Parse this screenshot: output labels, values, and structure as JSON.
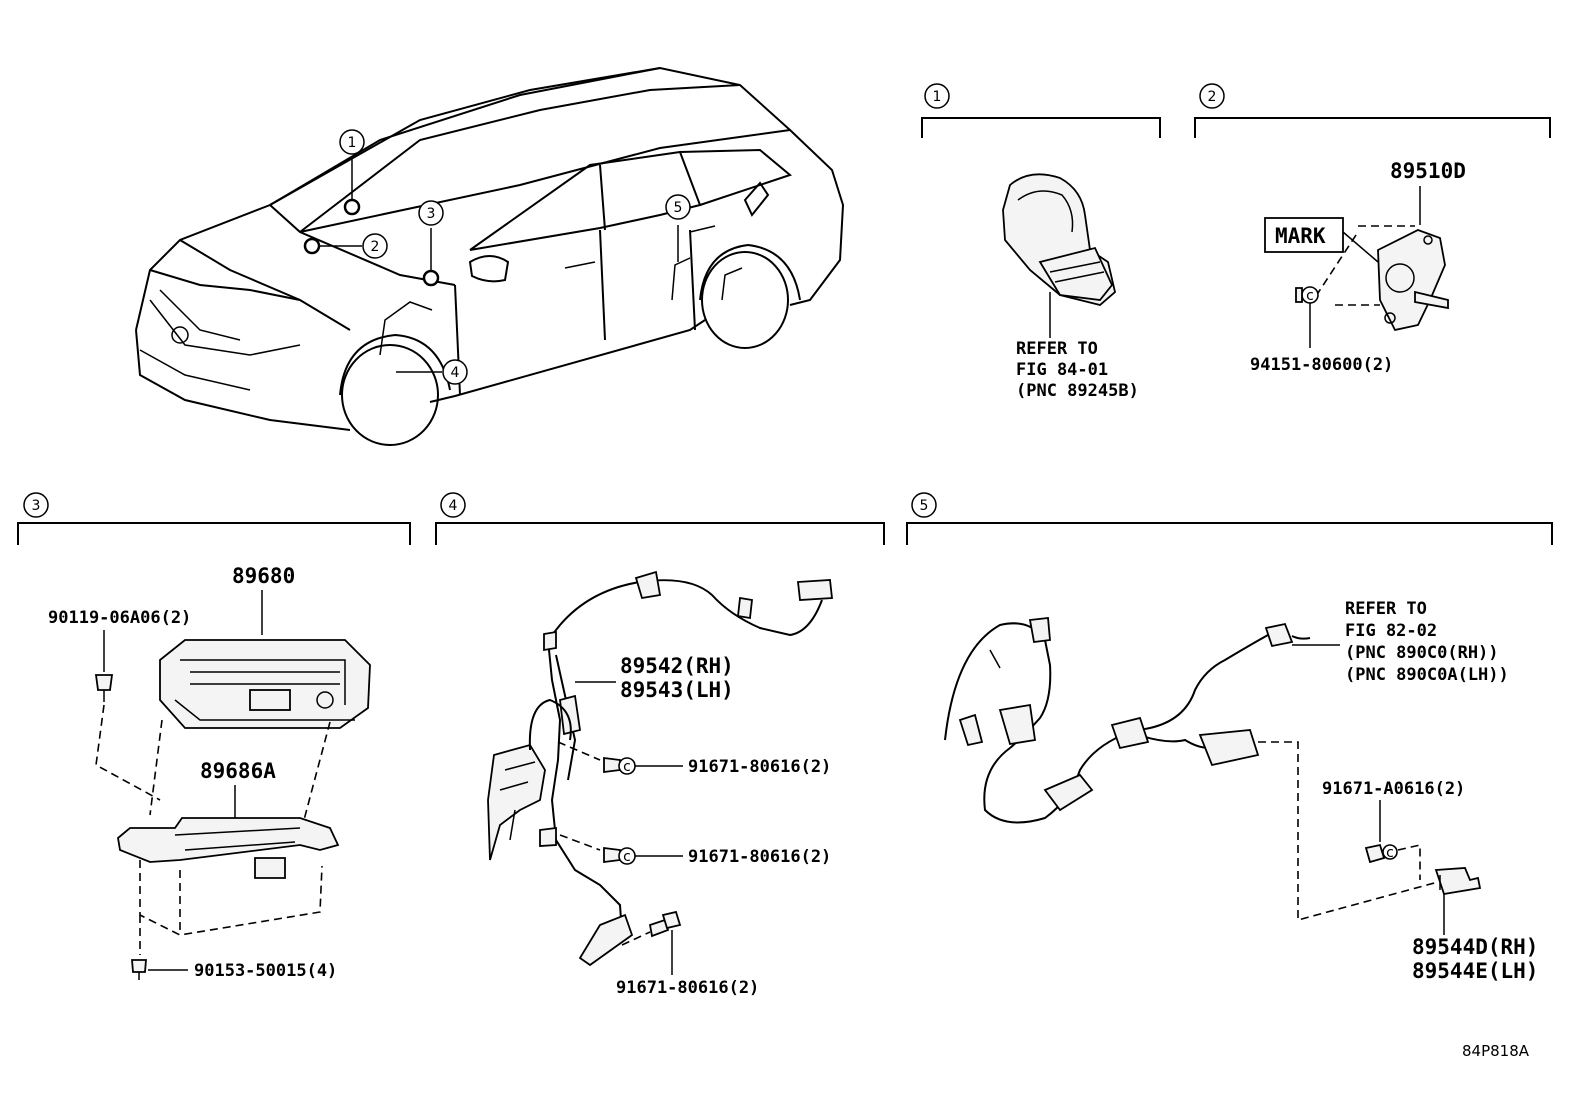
{
  "circle_markers": [
    "1",
    "2",
    "3",
    "4",
    "5"
  ],
  "section1": {
    "num": "1",
    "refer": [
      "REFER TO",
      "FIG 84-01",
      "(PNC 89245B)"
    ]
  },
  "section2": {
    "num": "2",
    "part": "89510D",
    "mark": "MARK",
    "bolt": "94151-80600(2)"
  },
  "section3": {
    "num": "3",
    "ecu": "89680",
    "bolt_top": "90119-06A06(2)",
    "bracket": "89686A",
    "bolt_bottom": "90153-50015(4)"
  },
  "section4": {
    "num": "4",
    "sensor_rh": "89542(RH)",
    "sensor_lh": "89543(LH)",
    "bolt_a": "91671-80616(2)",
    "bolt_b": "91671-80616(2)",
    "bolt_c": "91671-80616(2)"
  },
  "section5": {
    "num": "5",
    "refer": [
      "REFER TO",
      "FIG 82-02",
      "(PNC 890C0(RH))",
      "(PNC 890C0A(LH))"
    ],
    "bolt": "91671-A0616(2)",
    "sensor_rh": "89544D(RH)",
    "sensor_lh": "89544E(LH)"
  },
  "figure_code": "84P818A"
}
